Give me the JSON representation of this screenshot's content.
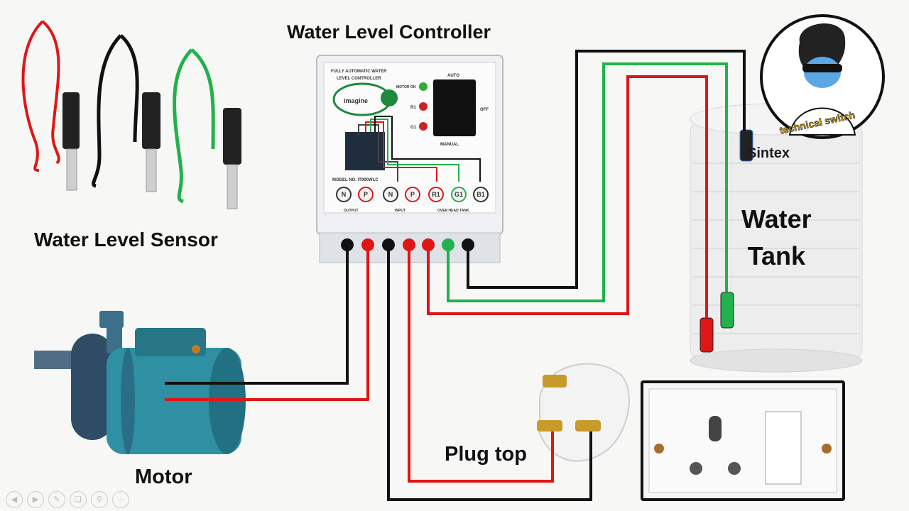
{
  "labels": {
    "controller": "Water Level Controller",
    "sensor": "Water Level Sensor",
    "motor": "Motor",
    "plug": "Plug top",
    "tank_line1": "Water",
    "tank_line2": "Tank",
    "tank_brand": "Sintex",
    "channel_badge": "technical switch"
  },
  "controller": {
    "header1": "FULLY AUTOMATIC WATER",
    "header2": "LEVEL CONTROLLER",
    "brand": "imagine",
    "model": "MODEL NO. IT900WLC",
    "switch_top": "AUTO",
    "switch_right": "OFF",
    "switch_bottom": "MANUAL",
    "led_motor": "MOTOR ON",
    "led_r1": "R1",
    "led_g1": "G1",
    "terminals": [
      "N",
      "P",
      "N",
      "P",
      "R1",
      "G1",
      "B1"
    ],
    "group_output": "OUTPUT",
    "group_input": "INPUT",
    "group_tank": "OVER HEAD TANK"
  },
  "colors": {
    "wire_black": "#111111",
    "wire_red": "#e01616",
    "wire_green": "#22b14c",
    "motor_body": "#2f8fa3"
  }
}
